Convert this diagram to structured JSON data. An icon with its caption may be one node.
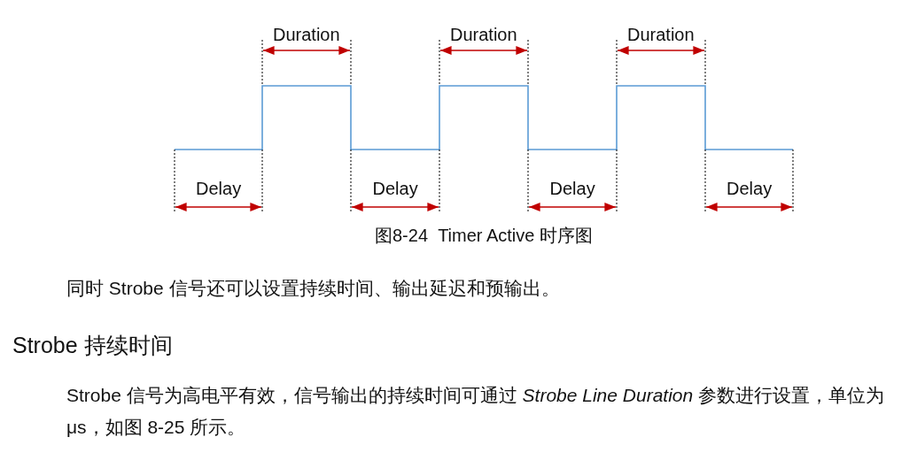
{
  "diagram": {
    "caption": "图8-24  Timer Active 时序图",
    "labels": [
      "Duration",
      "Duration",
      "Duration",
      "Delay",
      "Delay",
      "Delay",
      "Delay",
      "同时 Strobe 信号还可以设置持续时间、输出延迟和预输出。",
      "Strobe 持续时间",
      "Strobe 信号为高电平有效，信号输出的持续时间可通过 *Strobe Line Duration* 参数进行设置，单位为 μs，如图 8-25 所示。"
    ]
  }
}
